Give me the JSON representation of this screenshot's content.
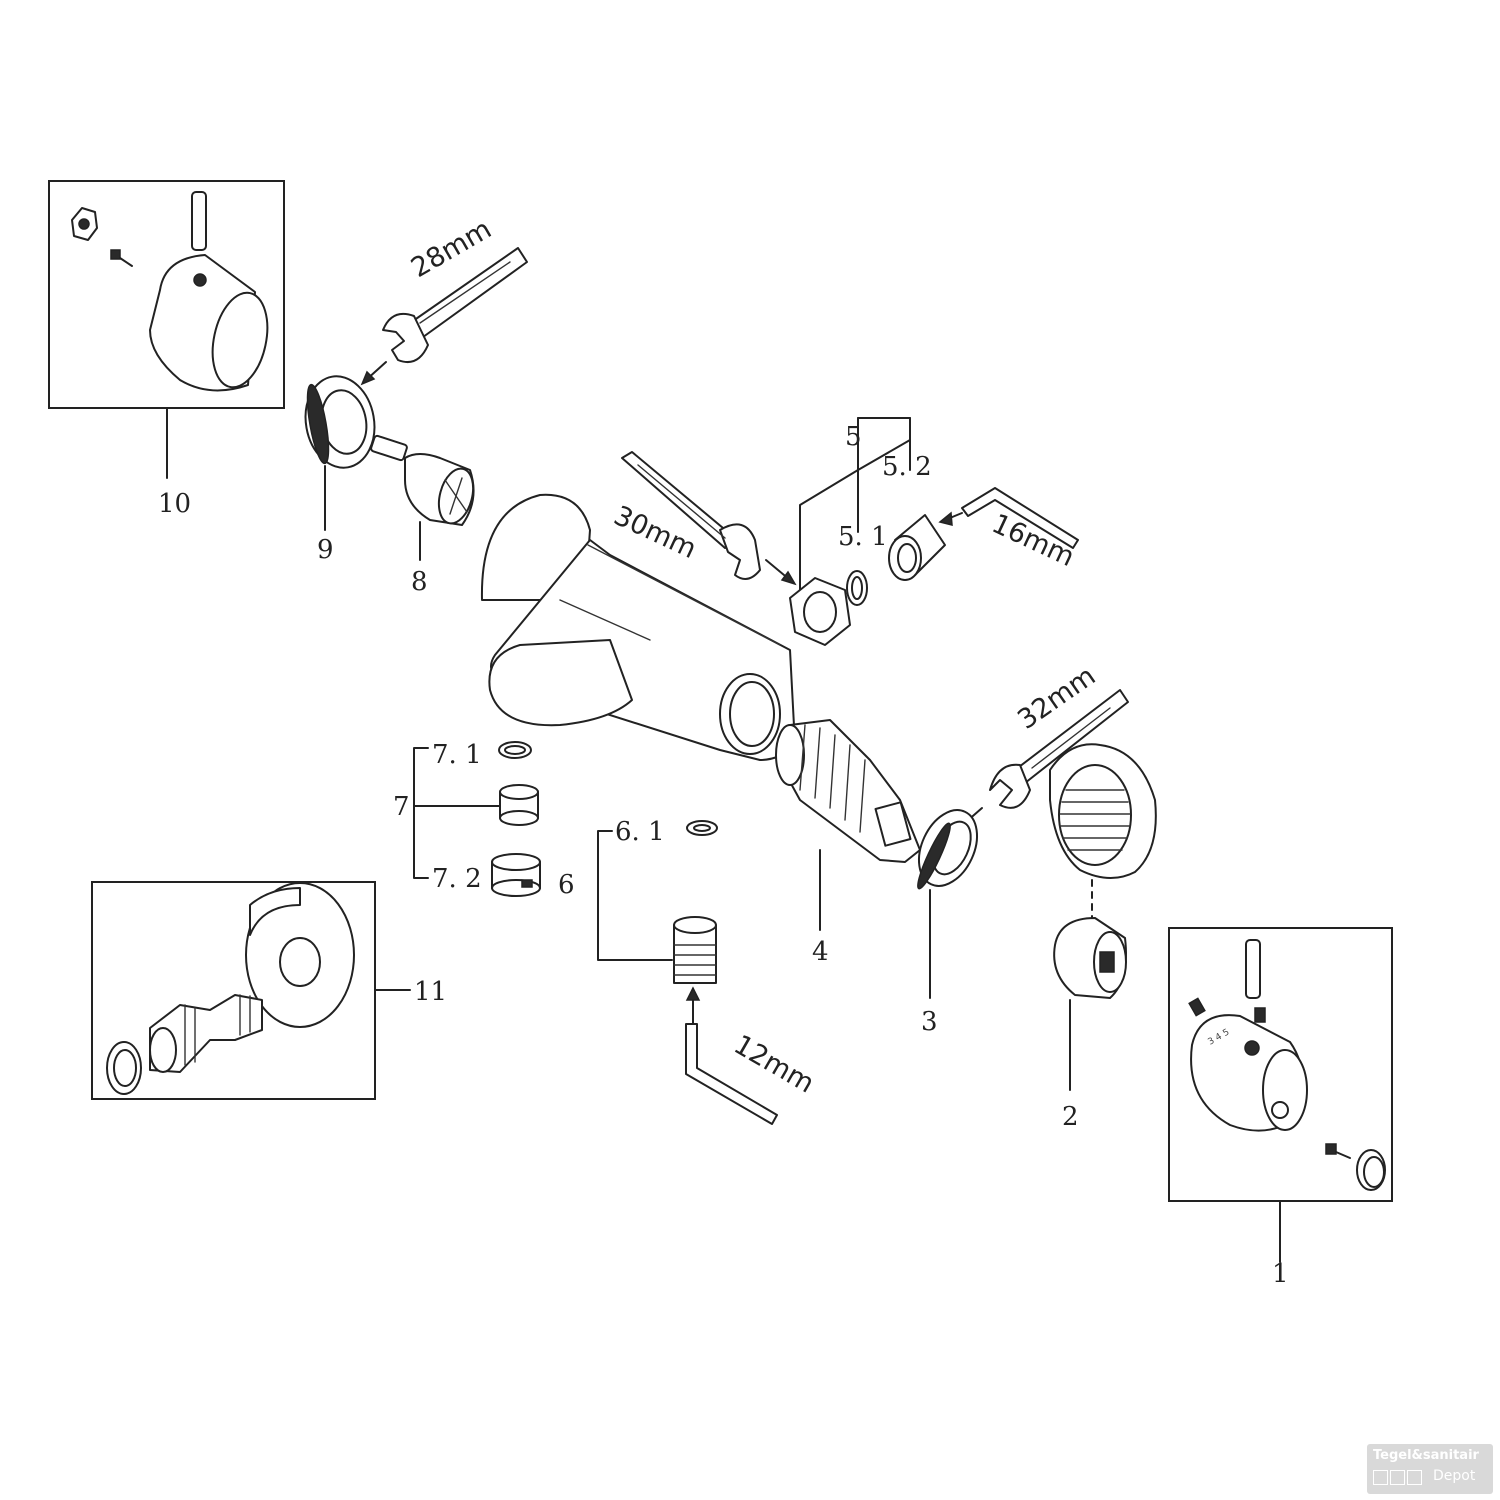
{
  "callouts": {
    "c1": "1",
    "c2": "2",
    "c3": "3",
    "c4": "4",
    "c5": "5",
    "c5_1": "5. 1",
    "c5_2": "5. 2",
    "c6": "6",
    "c6_1": "6. 1",
    "c7": "7",
    "c7_1": "7. 1",
    "c7_2": "7. 2",
    "c8": "8",
    "c9": "9",
    "c10": "10",
    "c11": "11"
  },
  "tool_sizes": {
    "wrench_28": "28mm",
    "wrench_30": "30mm",
    "hex_16": "16mm",
    "wrench_32": "32mm",
    "hex_12": "12mm"
  },
  "watermark": {
    "brand": "Tegel&sanitair",
    "sub": "Depot"
  },
  "colors": {
    "line": "#222222",
    "background": "#ffffff",
    "watermark_bg": "#d9d9d9"
  }
}
